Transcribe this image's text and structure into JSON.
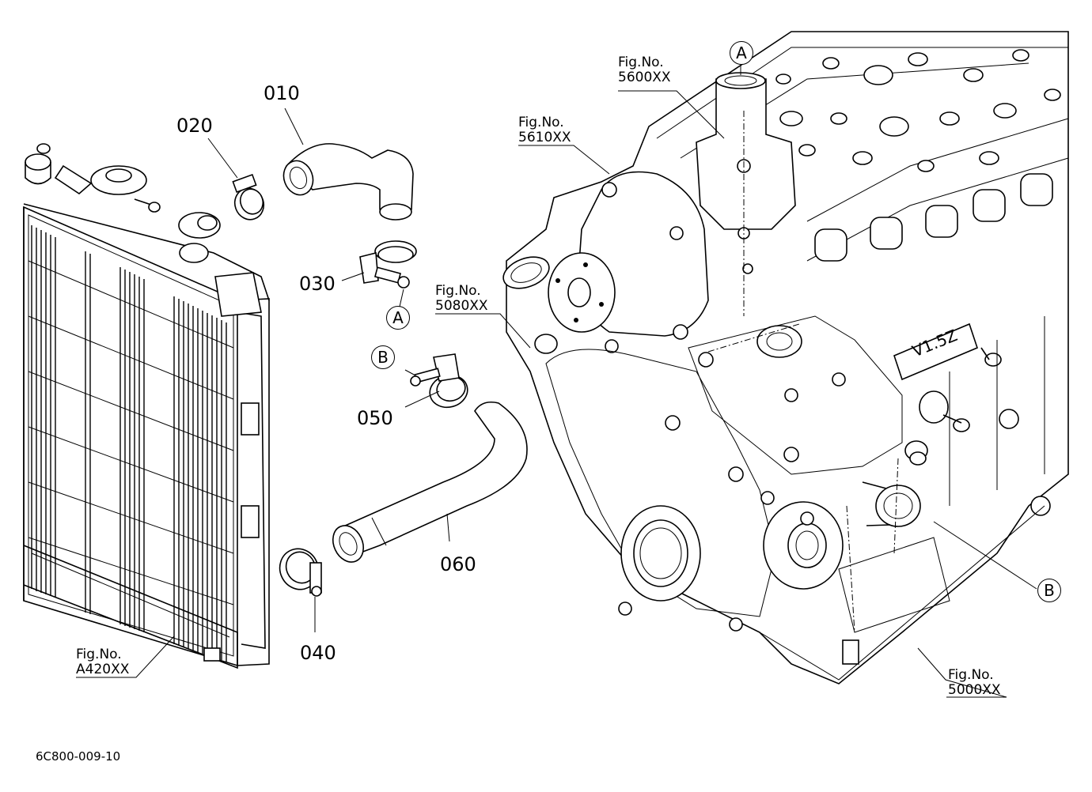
{
  "parts": [
    {
      "id": "p010",
      "number": "010"
    },
    {
      "id": "p020",
      "number": "020"
    },
    {
      "id": "p030",
      "number": "030"
    },
    {
      "id": "p040",
      "number": "040"
    },
    {
      "id": "p050",
      "number": "050"
    },
    {
      "id": "p060",
      "number": "060"
    }
  ],
  "figure_refs": {
    "f5600": {
      "label": "Fig.No.",
      "code": "5600XX"
    },
    "f5610": {
      "label": "Fig.No.",
      "code": "5610XX"
    },
    "f5080": {
      "label": "Fig.No.",
      "code": "5080XX"
    },
    "fA420": {
      "label": "Fig.No.",
      "code": "A420XX"
    },
    "f5000": {
      "label": "Fig.No.",
      "code": "5000XX"
    }
  },
  "connectors": {
    "a_top": "A",
    "a_hose": "A",
    "b_clamp": "B",
    "b_engine": "B"
  },
  "engine_marking": "V1.5Z",
  "drawing_code": "6C800-009-10"
}
